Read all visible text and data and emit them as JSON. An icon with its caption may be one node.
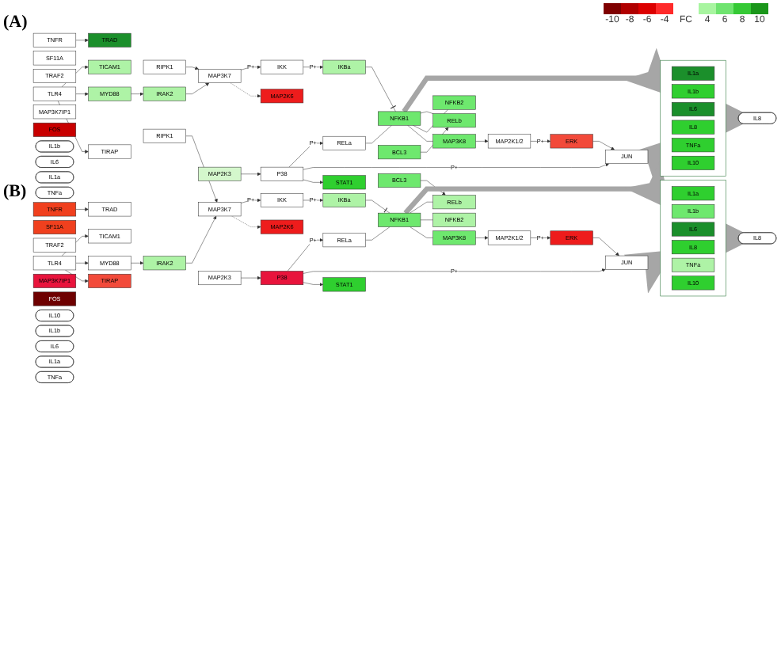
{
  "diagram": {
    "nodes": [
      {
        "text": [
          "TNFR"
        ]
      },
      {
        "text": [
          "SF11A"
        ]
      },
      {
        "text": [
          "RIPK1"
        ]
      },
      {
        "text": [
          "TRAD"
        ]
      },
      {
        "text": [
          "TRAF2"
        ]
      },
      {
        "text": [
          "TLR4"
        ]
      },
      {
        "text": [
          "TIRAP"
        ]
      },
      {
        "text": [
          "MYD88"
        ]
      },
      {
        "text": [
          "TICAM1"
        ]
      },
      {
        "text": [
          "IRAK2"
        ]
      },
      {
        "text": [
          "MAP3K7"
        ]
      },
      {
        "text": [
          "MAP3K7IP1"
        ]
      },
      {
        "text": [
          "STAT1"
        ]
      },
      {
        "text": [
          "MAP2K3"
        ]
      },
      {
        "text": [
          "MAP2K6"
        ]
      },
      {
        "text": [
          "P38"
        ]
      },
      {
        "text": [
          "IKK"
        ]
      },
      {
        "text": [
          "IKBa"
        ]
      },
      {
        "text": [
          "FOS"
        ]
      },
      {
        "text": [
          "JUN"
        ]
      },
      {
        "text": [
          "MAP2K1/2"
        ]
      },
      {
        "text": [
          "ERK"
        ]
      },
      {
        "text": [
          "RELa"
        ]
      },
      {
        "text": [
          "MAP3K8"
        ]
      },
      {
        "text": [
          "NFKB1"
        ]
      },
      {
        "text": [
          "NFKB2"
        ]
      },
      {
        "text": [
          "RELb"
        ]
      },
      {
        "text": [
          "BCL3"
        ]
      },
      {
        "text": [],
        "shape": "box"
      },
      {
        "text": [
          "IL1a"
        ],
        "in": 28
      },
      {
        "text": [
          "IL1b"
        ],
        "in": 28
      },
      {
        "text": [
          "IL6"
        ],
        "in": 28
      },
      {
        "text": [
          "IL8"
        ],
        "in": 28
      },
      {
        "text": [
          "TNFa"
        ],
        "in": 28
      },
      {
        "text": [
          "IL10"
        ],
        "in": 28
      },
      {
        "text": [
          "IL1b"
        ]
      },
      {
        "text": [
          "IL8"
        ]
      },
      {
        "text": [
          "IL6"
        ]
      },
      {
        "text": [
          "IL1a"
        ]
      },
      {
        "text": [
          "TNFa"
        ]
      },
      {
        "text": [
          "TNFR"
        ]
      },
      {
        "text": [
          "SF11A"
        ]
      },
      {
        "text": [
          "RIPK1"
        ]
      },
      {
        "text": [
          "TRAD"
        ]
      },
      {
        "text": [
          "TRAF2"
        ]
      },
      {
        "text": [
          "TLR4"
        ]
      },
      {
        "text": [
          "TIRAP"
        ]
      },
      {
        "text": [
          "MYD88"
        ]
      },
      {
        "text": [
          "TICAM1"
        ]
      },
      {
        "text": [
          "IRAK2"
        ]
      },
      {
        "text": [
          "MAP3K7"
        ]
      },
      {
        "text": [
          "MAP3K7IP1"
        ]
      },
      {
        "text": [
          "STAT1"
        ]
      },
      {
        "text": [
          "MAP2K3"
        ]
      },
      {
        "text": [
          "MAP2K6"
        ]
      },
      {
        "text": [
          "P38"
        ]
      },
      {
        "text": [
          "IKK"
        ]
      },
      {
        "text": [
          "IKBa"
        ]
      },
      {
        "text": [
          "FOS"
        ]
      },
      {
        "text": [
          "JUN"
        ]
      },
      {
        "text": [
          "MAP2K1/2"
        ]
      },
      {
        "text": [
          "ERK"
        ]
      },
      {
        "text": [
          "RELa"
        ]
      },
      {
        "text": [
          "MAP3K8"
        ]
      },
      {
        "text": [
          "NFKB1"
        ]
      },
      {
        "text": [
          "NFKB2"
        ]
      },
      {
        "text": [
          "RELb"
        ]
      },
      {
        "text": [
          "BCL3"
        ]
      },
      {
        "text": [],
        "shape": "box"
      },
      {
        "text": [
          "IL1a"
        ],
        "in": 68
      },
      {
        "text": [
          "IL1b"
        ],
        "in": 68
      },
      {
        "text": [
          "IL6"
        ],
        "in": 68
      },
      {
        "text": [
          "IL8"
        ],
        "in": 68
      },
      {
        "text": [
          "TNFa"
        ],
        "in": 68
      },
      {
        "text": [
          "IL10"
        ],
        "in": 68
      },
      {
        "text": [
          "IL10"
        ]
      },
      {
        "text": [
          "IL1b"
        ]
      },
      {
        "text": [
          "IL8"
        ]
      },
      {
        "text": [
          "IL6"
        ]
      },
      {
        "text": [
          "IL1a"
        ]
      },
      {
        "text": [
          "TNFa"
        ]
      }
    ],
    "edges": [
      {
        "from": 0,
        "to": 3,
        "arrow": "to"
      },
      {
        "from": 5,
        "to": 6,
        "arrow": "to"
      },
      {
        "from": 5,
        "to": 7,
        "arrow": "to"
      },
      {
        "from": 5,
        "to": 8,
        "arrow": "to"
      },
      {
        "from": 7,
        "to": 9,
        "arrow": "to"
      },
      {
        "from": 9,
        "to": 10,
        "arrow": "to"
      },
      {
        "from": 2,
        "to": 10,
        "arrow": "to"
      },
      {
        "from": 10,
        "to": 14,
        "arrow": "to",
        "style": "dashed"
      },
      {
        "from": 13,
        "to": 15,
        "arrow": "to"
      },
      {
        "from": 15,
        "to": 12,
        "arrow": "to"
      },
      {
        "from": 15,
        "to": 19,
        "arrow": "to",
        "label": "P+"
      },
      {
        "from": 15,
        "to": 22,
        "arrow": "to",
        "label": "P+"
      },
      {
        "from": 10,
        "to": 16,
        "arrow": "to",
        "label": "P+"
      },
      {
        "from": 16,
        "to": 17,
        "arrow": "to",
        "label": "P+"
      },
      {
        "from": 17,
        "to": 24,
        "arrow": "other"
      },
      {
        "from": 22,
        "to": 24,
        "arrow": "none"
      },
      {
        "from": 24,
        "to": 23,
        "arrow": "none"
      },
      {
        "from": 24,
        "to": 25,
        "arrow": "none"
      },
      {
        "from": 24,
        "to": 26,
        "arrow": "none"
      },
      {
        "from": 23,
        "to": 20,
        "arrow": "to"
      },
      {
        "from": 20,
        "to": 21,
        "arrow": "to",
        "label": "P+"
      },
      {
        "from": 21,
        "to": 19,
        "arrow": "to"
      },
      {
        "from": 27,
        "to": 26,
        "arrow": "to"
      },
      {
        "from": 19,
        "to": 28,
        "arrow": "to",
        "style": "thick",
        "color": "#a6a6a6"
      },
      {
        "from": 24,
        "to": 28,
        "arrow": "to",
        "style": "thick",
        "color": "#a6a6a6"
      },
      {
        "from": 28,
        "to": 36,
        "arrow": "to",
        "style": "thick",
        "color": "#a6a6a6"
      },
      {
        "from": 40,
        "to": 43,
        "arrow": "to"
      },
      {
        "from": 45,
        "to": 46,
        "arrow": "to"
      },
      {
        "from": 45,
        "to": 47,
        "arrow": "to"
      },
      {
        "from": 45,
        "to": 48,
        "arrow": "to"
      },
      {
        "from": 47,
        "to": 49,
        "arrow": "to"
      },
      {
        "from": 49,
        "to": 50,
        "arrow": "to"
      },
      {
        "from": 42,
        "to": 50,
        "arrow": "to"
      },
      {
        "from": 50,
        "to": 54,
        "arrow": "to",
        "style": "dashed"
      },
      {
        "from": 53,
        "to": 55,
        "arrow": "to"
      },
      {
        "from": 55,
        "to": 52,
        "arrow": "to"
      },
      {
        "from": 55,
        "to": 59,
        "arrow": "to",
        "label": "P+"
      },
      {
        "from": 55,
        "to": 62,
        "arrow": "to",
        "label": "P+"
      },
      {
        "from": 50,
        "to": 56,
        "arrow": "to",
        "label": "P+"
      },
      {
        "from": 56,
        "to": 57,
        "arrow": "to",
        "label": "P+"
      },
      {
        "from": 57,
        "to": 64,
        "arrow": "other"
      },
      {
        "from": 62,
        "to": 64,
        "arrow": "none"
      },
      {
        "from": 64,
        "to": 63,
        "arrow": "none"
      },
      {
        "from": 64,
        "to": 65,
        "arrow": "none"
      },
      {
        "from": 64,
        "to": 66,
        "arrow": "none"
      },
      {
        "from": 63,
        "to": 60,
        "arrow": "to"
      },
      {
        "from": 60,
        "to": 61,
        "arrow": "to",
        "label": "P+"
      },
      {
        "from": 61,
        "to": 59,
        "arrow": "to"
      },
      {
        "from": 67,
        "to": 66,
        "arrow": "to"
      },
      {
        "from": 59,
        "to": 68,
        "arrow": "to",
        "style": "thick",
        "color": "#a6a6a6"
      },
      {
        "from": 64,
        "to": 68,
        "arrow": "to",
        "style": "thick",
        "color": "#a6a6a6"
      },
      {
        "from": 68,
        "to": 77,
        "arrow": "to",
        "style": "thick",
        "color": "#a6a6a6"
      }
    ],
    "labels": [
      "(A)",
      "FC",
      "(B)"
    ],
    "legend": [
      {
        "text": "-10",
        "color": "#7f0000"
      },
      {
        "text": "-8",
        "color": "#b00000"
      },
      {
        "text": "-6",
        "color": "#dc0000"
      },
      {
        "text": "-4",
        "color": "#ff2a2a"
      },
      {
        "text": "4",
        "color": "#a8f5a0"
      },
      {
        "text": "6",
        "color": "#6fe46f"
      },
      {
        "text": "8",
        "color": "#35c935"
      },
      {
        "text": "10",
        "color": "#1a961a"
      }
    ]
  }
}
